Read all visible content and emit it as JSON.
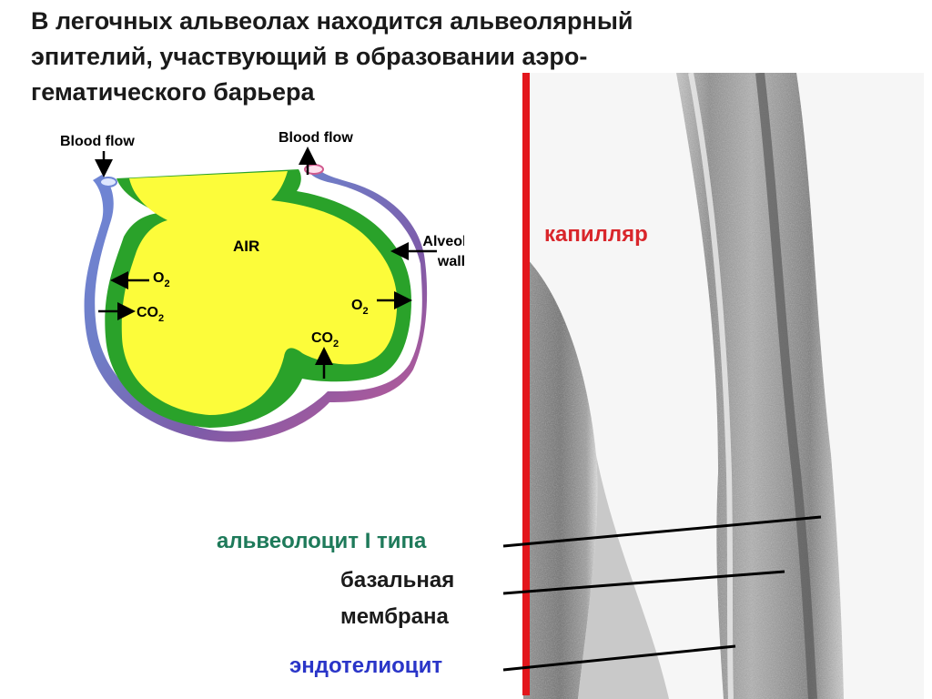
{
  "title": {
    "line1": "В легочных альвеолах находится альвеолярный",
    "line2": "эпителий, участвующий в образовании аэро-",
    "line3": "гематического барьера"
  },
  "diagram": {
    "blood_flow_left": "Blood flow",
    "blood_flow_right": "Blood flow",
    "air": "AIR",
    "alveolar_wall_1": "Alveolar",
    "alveolar_wall_2": "wall",
    "o2_left": "O",
    "co2_left": "CO",
    "o2_right": "O",
    "co2_bottom": "CO",
    "sub2": "2"
  },
  "micrograph": {
    "capillary": "капилляр",
    "alveolocyte": "альвеолоцит I типа",
    "basal_1": "базальная",
    "basal_2": "мембрана",
    "endothelium": "эндотелиоцит"
  },
  "colors": {
    "capillary_label": "#d9262b",
    "alveolocyte_label": "#1e7a5a",
    "basal_label": "#1a1a1a",
    "endothelium_label": "#2a35c8",
    "red_line": "#e3161c",
    "air": "#fcfc3a",
    "epithelium": "#2aa22a",
    "vessel_blue": "#6f86d6",
    "vessel_purple": "#7e5ba8",
    "vessel_pink": "#d05a8e"
  }
}
